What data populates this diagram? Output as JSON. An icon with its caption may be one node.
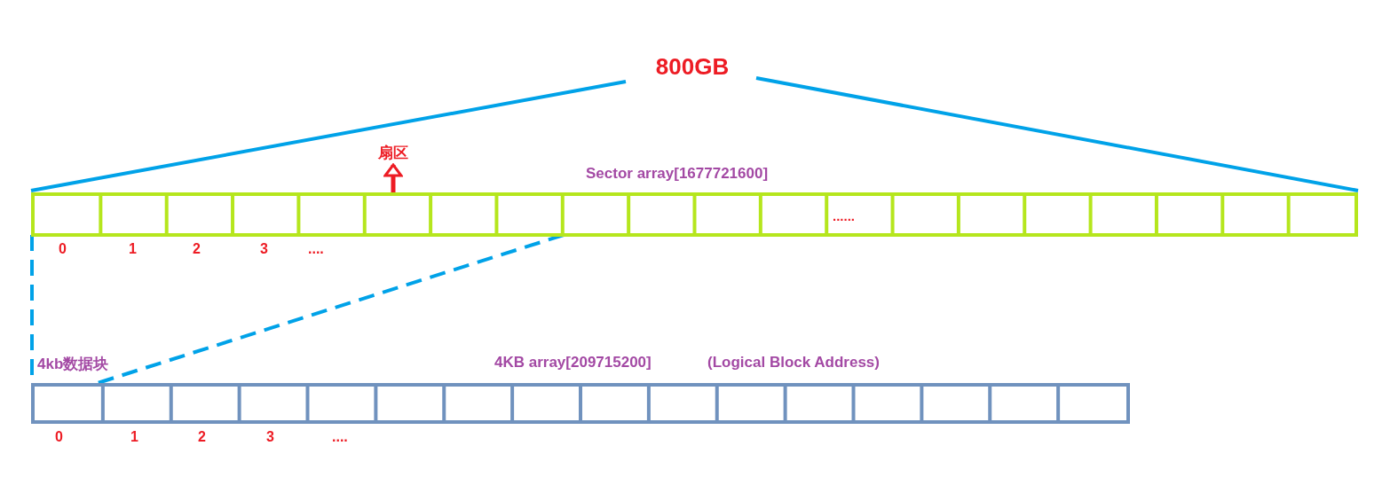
{
  "diagram": {
    "nodes": [
      {
        "text": [
          "800GB"
        ]
      },
      {
        "text": [
          "Sector array[1677721600]",
          "......"
        ]
      },
      {
        "text": [
          "扇区"
        ]
      },
      {
        "text": [
          "4KB array[209715200]",
          "(Logical Block Address)"
        ],
        "beside": [
          "4kb数据块"
        ]
      }
    ],
    "edges": [
      {
        "from": 1,
        "to": 2,
        "arrow": "to"
      }
    ],
    "labels": [
      "0",
      "1",
      "2",
      "3",
      "....",
      "0",
      "1",
      "2",
      "3",
      "...."
    ]
  }
}
